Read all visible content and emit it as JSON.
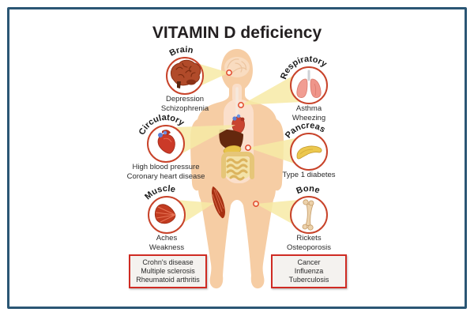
{
  "title": "VITAMIN D deficiency",
  "systems": [
    {
      "name": "brain",
      "label": "Brain",
      "icon": "brain-icon",
      "diseases": [
        "Depression",
        "Schizophrenia"
      ]
    },
    {
      "name": "respiratory",
      "label": "Respiratory",
      "icon": "lungs-icon",
      "diseases": [
        "Asthma",
        "Wheezing"
      ]
    },
    {
      "name": "circulatory",
      "label": "Circulatory",
      "icon": "heart-icon",
      "diseases": [
        "High blood pressure",
        "Coronary heart disease"
      ]
    },
    {
      "name": "pancreas",
      "label": "Pancreas",
      "icon": "pancreas-icon",
      "diseases": [
        "Type 1 diabetes"
      ]
    },
    {
      "name": "muscle",
      "label": "Muscle",
      "icon": "muscle-icon",
      "diseases": [
        "Aches",
        "Weakness"
      ]
    },
    {
      "name": "bone",
      "label": "Bone",
      "icon": "bone-icon",
      "diseases": [
        "Rickets",
        "Osteoporosis"
      ]
    }
  ],
  "bottom_boxes": [
    {
      "lines": [
        "Crohn's disease",
        "Multiple sclerosis",
        "Rheumatoid arthritis"
      ]
    },
    {
      "lines": [
        "Cancer",
        "Influenza",
        "Tuberculosis"
      ]
    }
  ],
  "colors": {
    "frame_border": "#2a5674",
    "callout_ring": "#c8432a",
    "box_border": "#cf2b23",
    "beam": "#f7eba6",
    "skin": "#f6cda4",
    "marker_ring": "#e2492c",
    "title_text": "#231f20",
    "body_text": "#2b2b2b"
  }
}
